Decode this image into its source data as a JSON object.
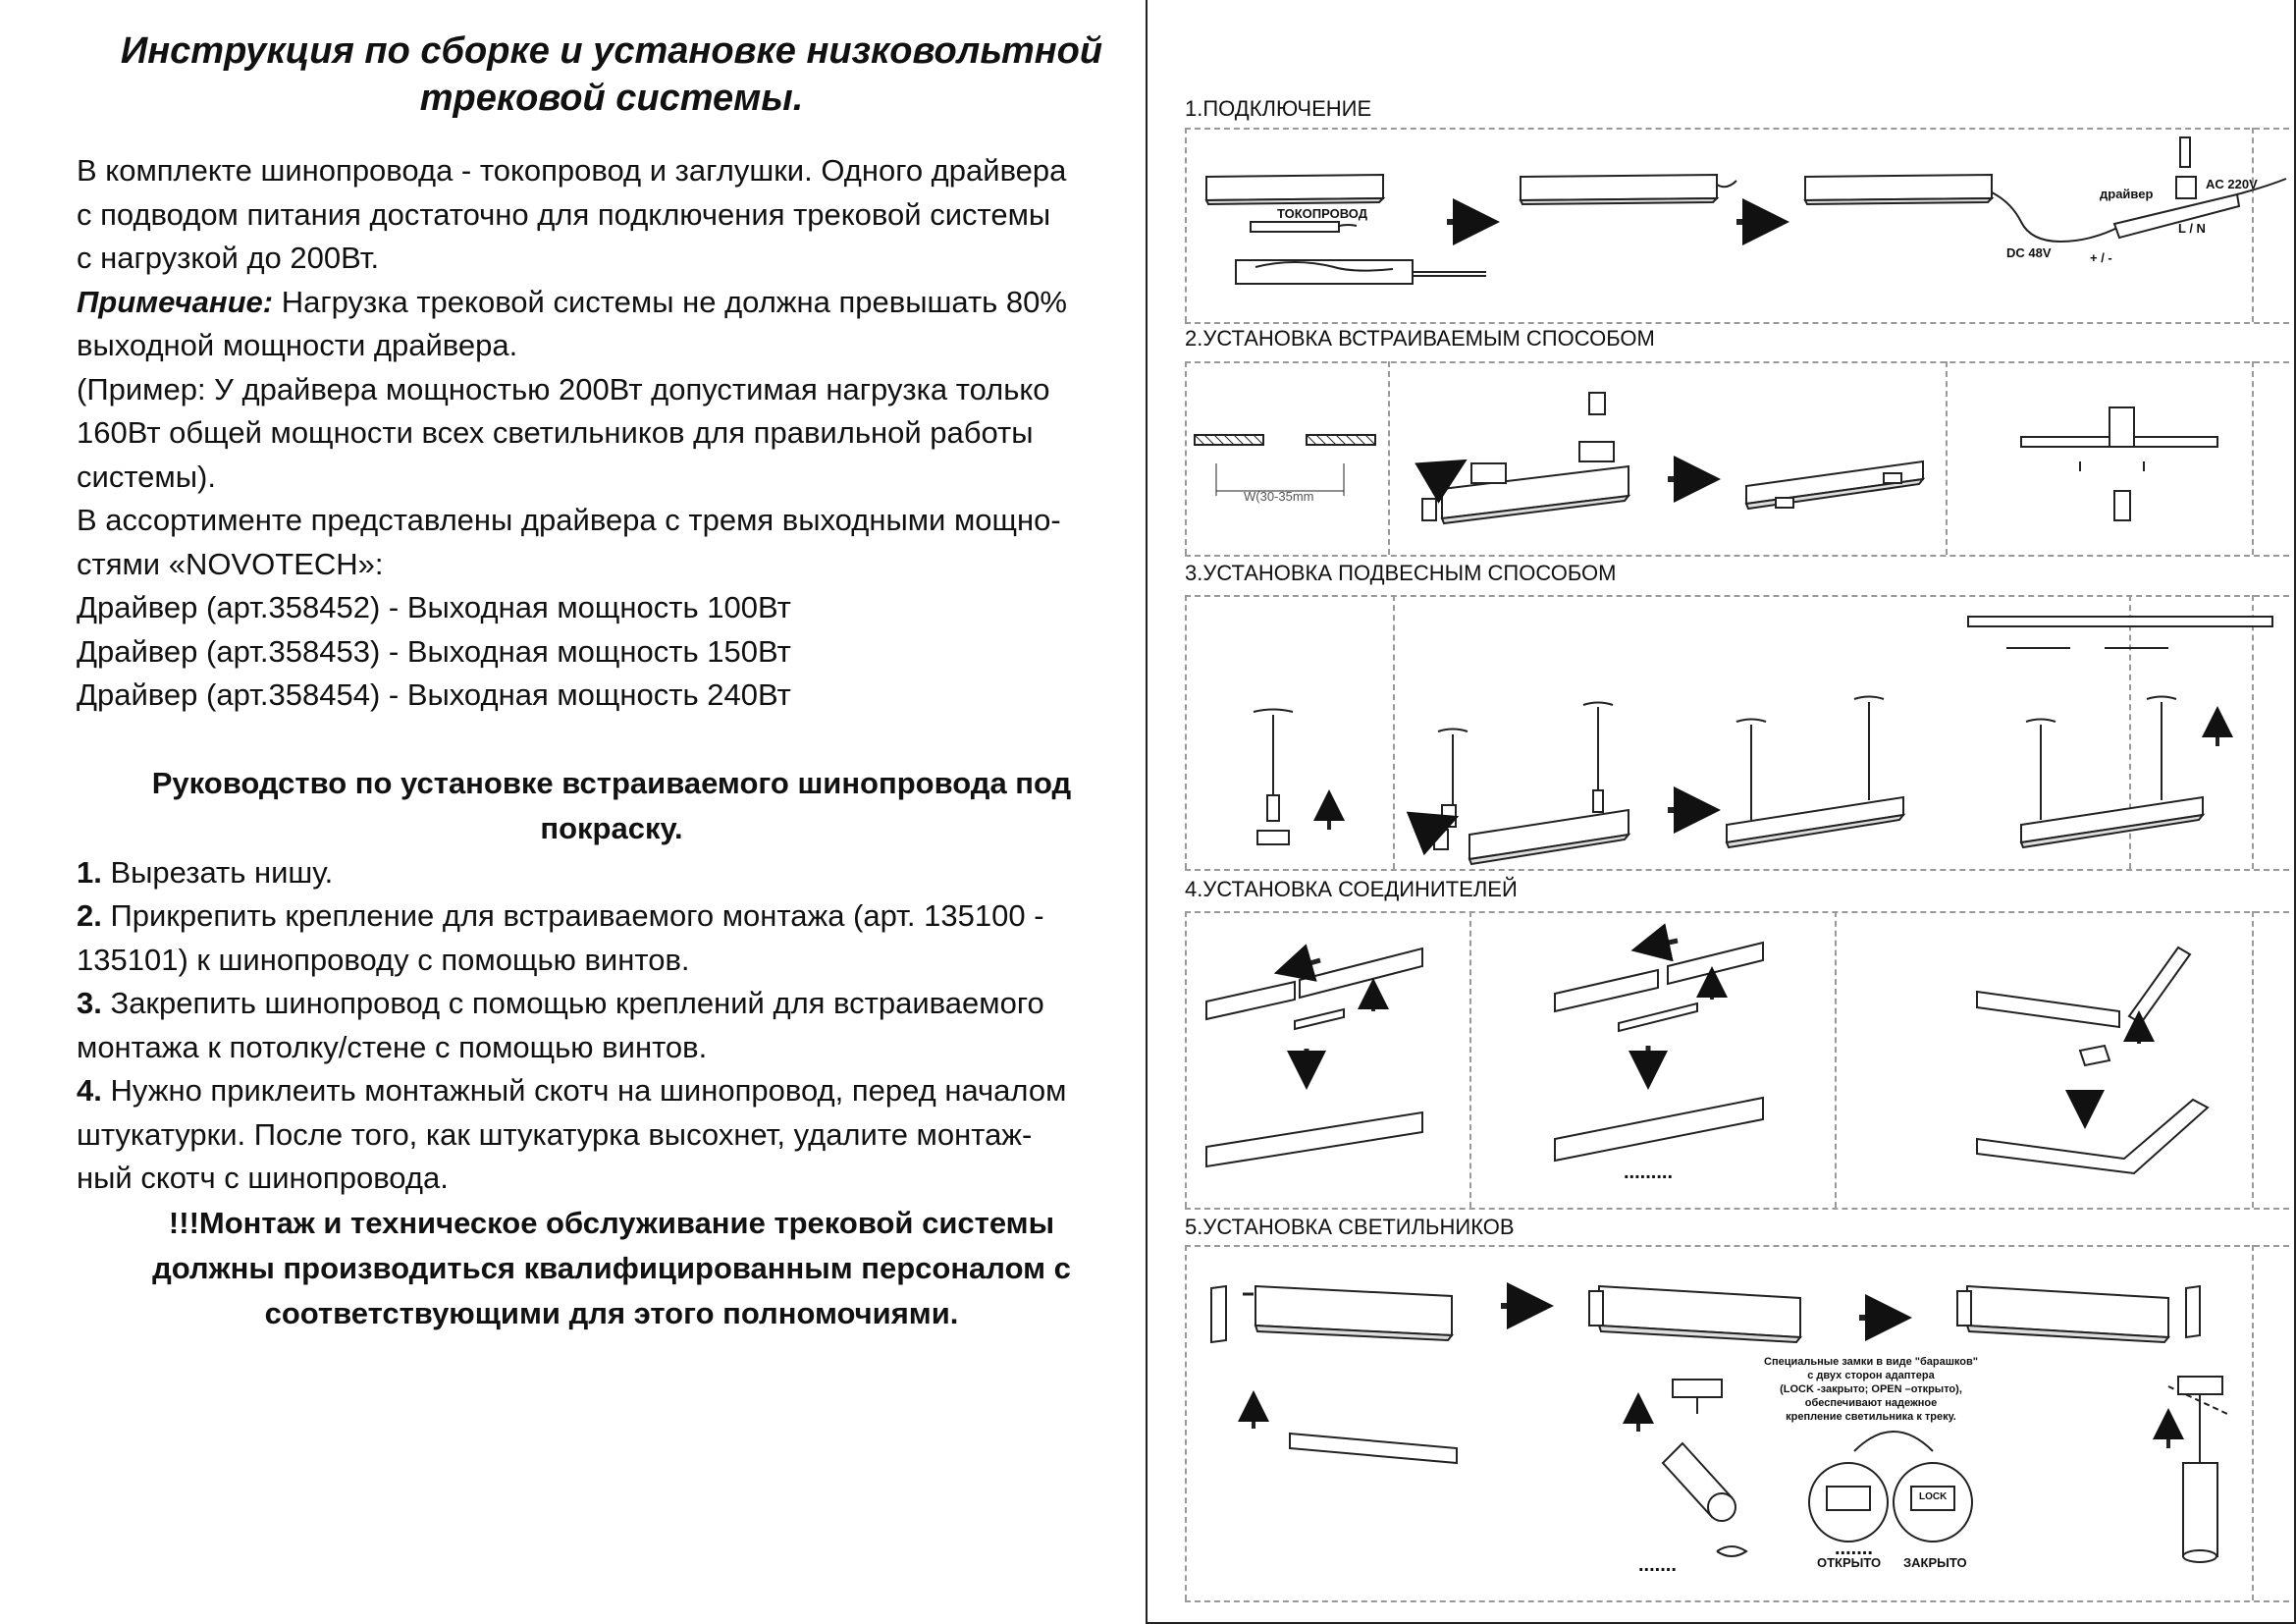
{
  "left": {
    "title_line1": "Инструкция по сборке и установке низковольтной",
    "title_line2": "трековой системы.",
    "intro_1": "В комплекте шинопровода - токопровод и заглушки. Одного драйвера",
    "intro_2": "с подводом питания достаточно для подключения трековой системы",
    "intro_3": "с нагрузкой до 200Вт.",
    "note_label": "Примечание:",
    "note_1": " Нагрузка трековой системы не должна превышать 80%",
    "note_2": "выходной мощности драйвера.",
    "example_1": "(Пример: У драйвера мощностью 200Вт допустимая нагрузка только",
    "example_2": "160Вт общей мощности всех светильников для правильной работы",
    "example_3": "системы).",
    "assort_1": "В ассортименте представлены драйвера с тремя выходными мощно-",
    "assort_2": "стями «NOVOTECH»:",
    "driver_1": "Драйвер (арт.358452) - Выходная мощность 100Вт",
    "driver_2": "Драйвер (арт.358453) - Выходная мощность 150Вт",
    "driver_3": "Драйвер (арт.358454) - Выходная мощность 240Вт",
    "guide_title_1": "Руководство по установке встраиваемого шинопровода под",
    "guide_title_2": "покраску.",
    "step1_num": "1.",
    "step1": " Вырезать нишу.",
    "step2_num": "2.",
    "step2_a": " Прикрепить крепление для встраиваемого монтажа (арт. 135100 -",
    "step2_b": "135101) к шинопроводу с помощью винтов.",
    "step3_num": "3.",
    "step3_a": " Закрепить шинопровод с помощью креплений для встраиваемого",
    "step3_b": "монтажа к потолку/стене с помощью винтов.",
    "step4_num": "4.",
    "step4_a": " Нужно приклеить монтажный скотч на шинопровод, перед началом",
    "step4_b": "штукатурки. После того, как штукатурка высохнет, удалите монтаж-",
    "step4_c": "ный скотч с шинопровода.",
    "warn_1": "!!!Монтаж и техническое обслуживание трековой системы",
    "warn_2": "должны производиться квалифицированным персоналом с",
    "warn_3": "соответствующими для этого полномочиями."
  },
  "right": {
    "sec1": "1.ПОДКЛЮЧЕНИЕ",
    "sec2": "2.УСТАНОВКА ВСТРАИВАЕМЫМ СПОСОБОМ",
    "sec3": "3.УСТАНОВКА ПОДВЕСНЫМ СПОСОБОМ",
    "sec4": "4.УСТАНОВКА СОЕДИНИТЕЛЕЙ",
    "sec5": "5.УСТАНОВКА СВЕТИЛЬНИКОВ",
    "label_current": "ТОКОПРОВОД",
    "label_driver": "драйвер",
    "label_ac": "AC  220V",
    "label_dc": "DC 48V",
    "label_pm": "+ / -",
    "label_ln": "L / N",
    "label_width": "W(30-35mm",
    "lock_note_1": "Специальные замки в виде \"барашков\"",
    "lock_note_2": "с двух сторон адаптера",
    "lock_note_3": "(LOCK -закрыто; OPEN –открыто),",
    "lock_note_4": "обеспечивают надежное",
    "lock_note_5": "крепление светильника к треку.",
    "label_open": "ОТКРЫТО",
    "label_closed": "ЗАКРЫТО",
    "label_lock": "LOCK"
  }
}
